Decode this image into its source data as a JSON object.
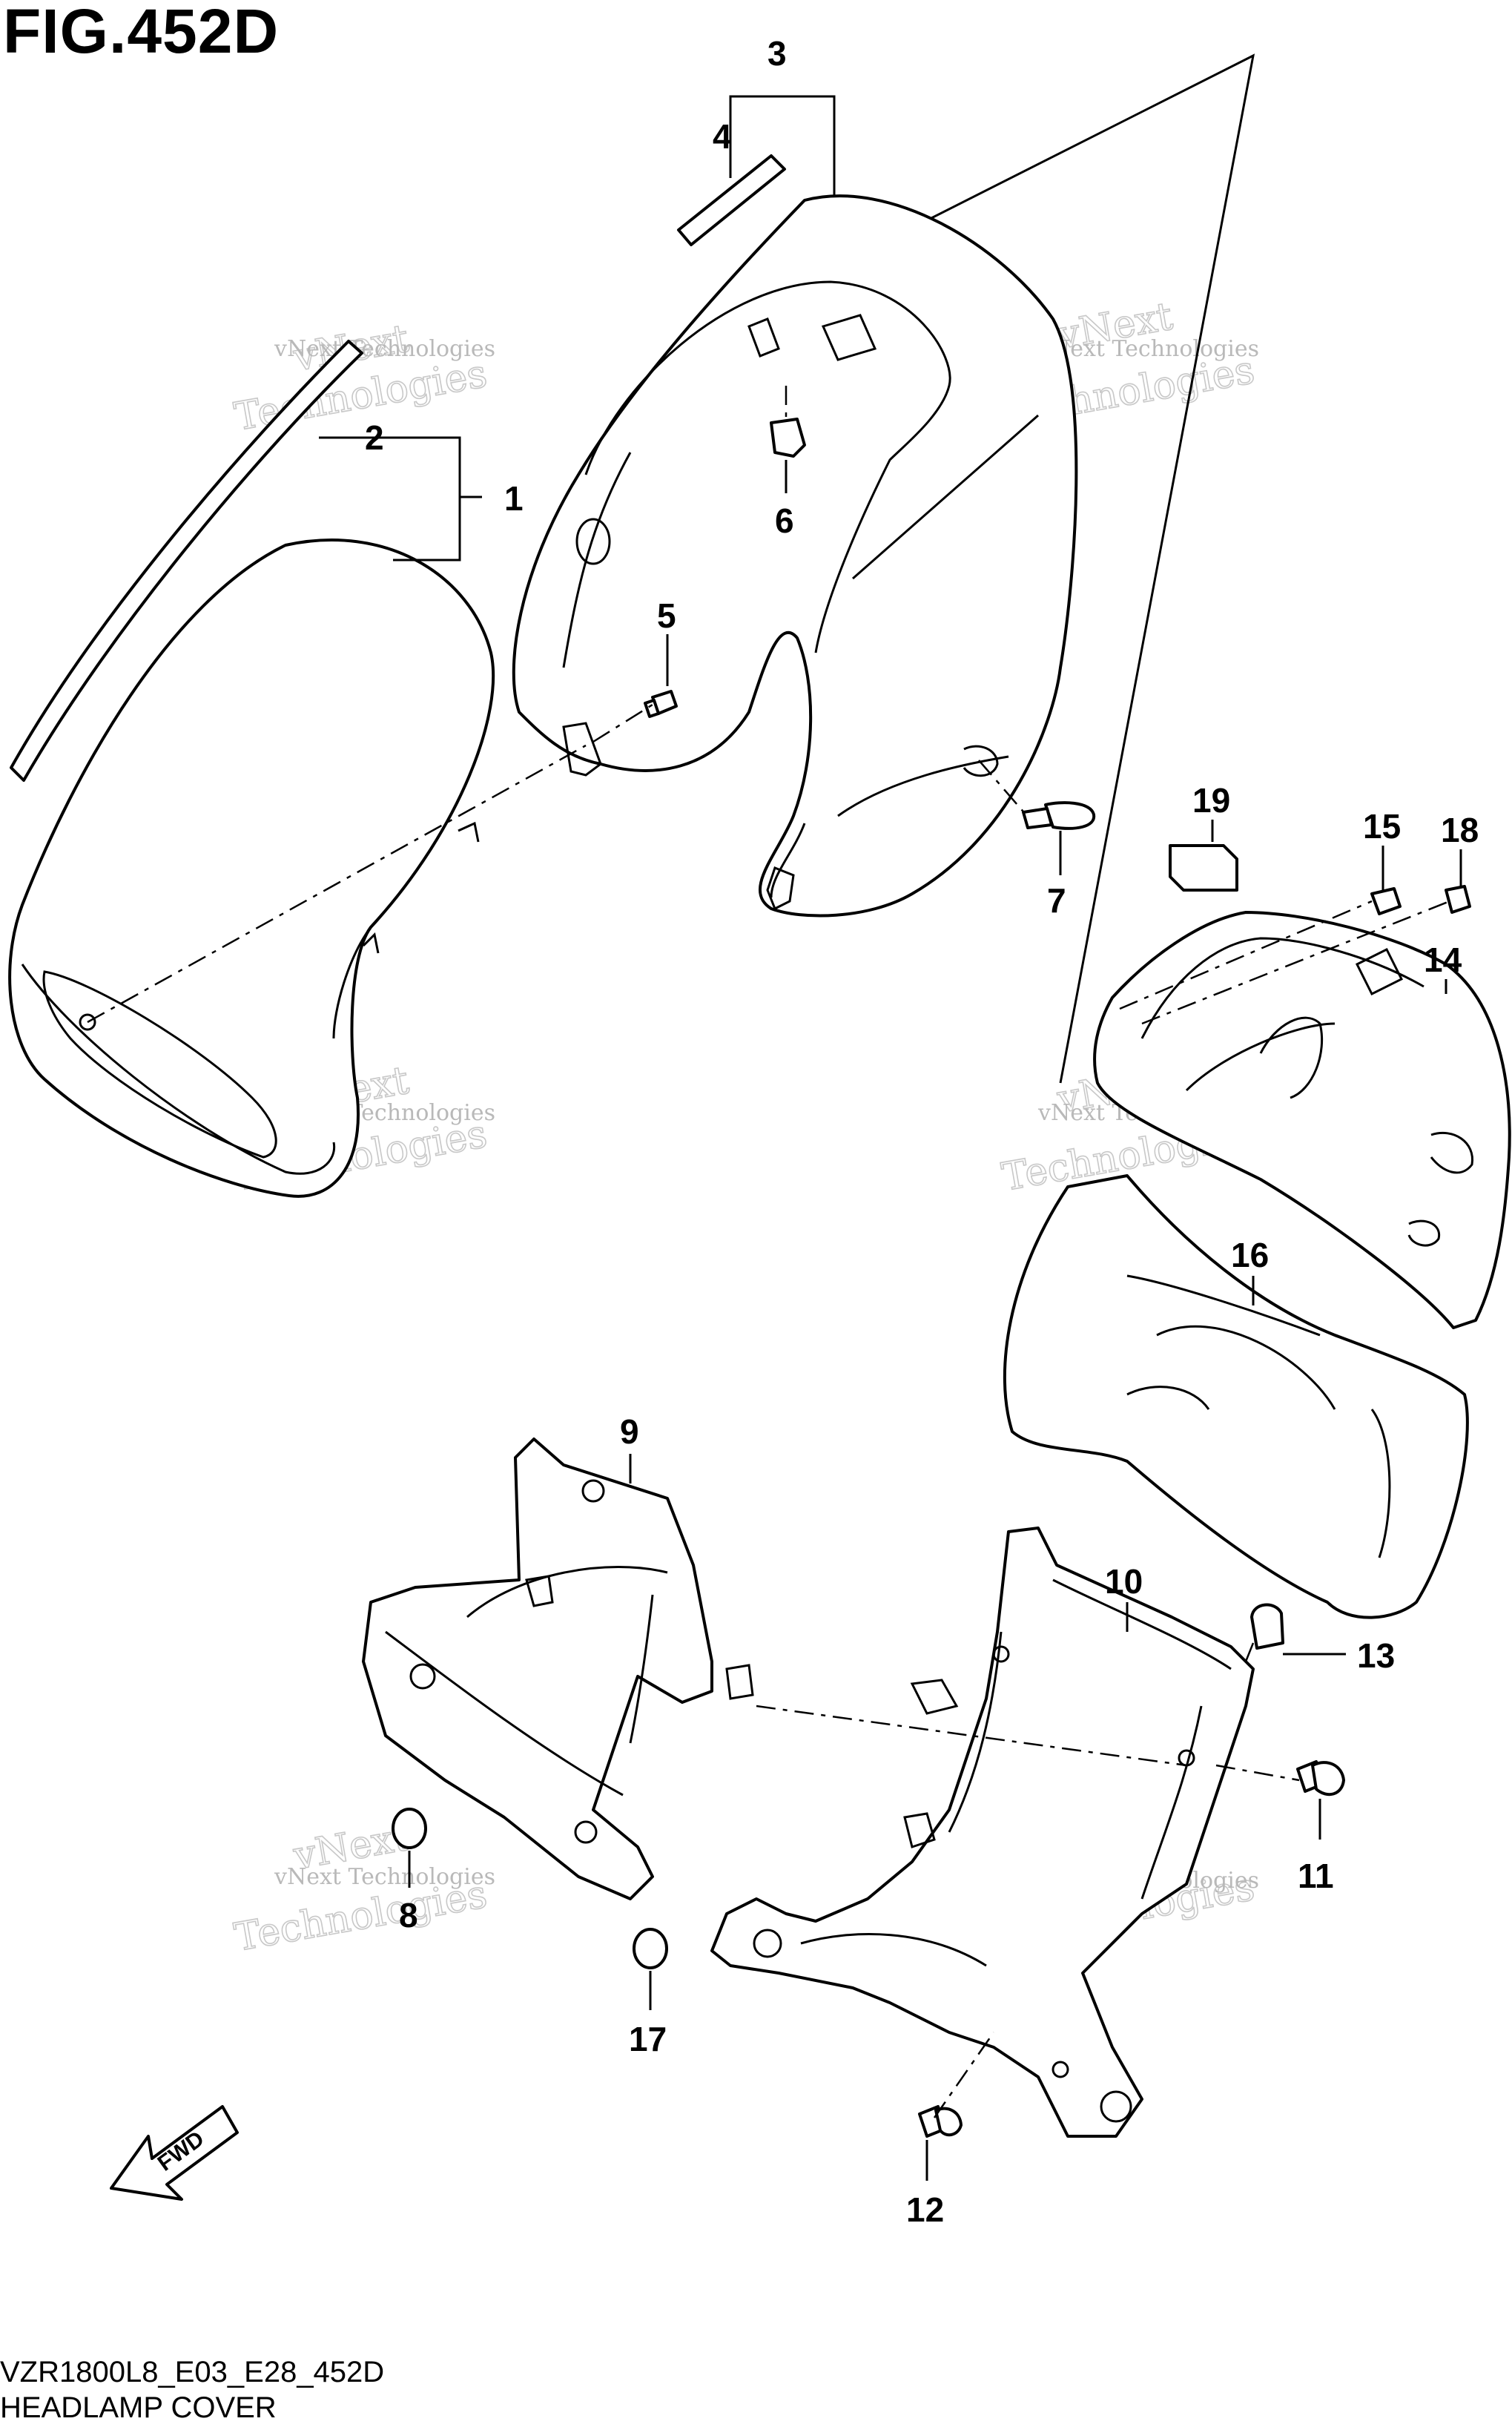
{
  "figure": {
    "title": "FIG.452D",
    "model_code": "VZR1800L8_E03_E28_452D",
    "name": "HEADLAMP COVER"
  },
  "callouts": [
    "1",
    "2",
    "3",
    "4",
    "5",
    "6",
    "7",
    "8",
    "9",
    "10",
    "11",
    "12",
    "13",
    "14",
    "15",
    "16",
    "17",
    "18",
    "19"
  ],
  "watermark": {
    "line1": "vNext Technologies",
    "line2": "vNext",
    "line3": "Technologies"
  },
  "direction_badge": "FWD"
}
